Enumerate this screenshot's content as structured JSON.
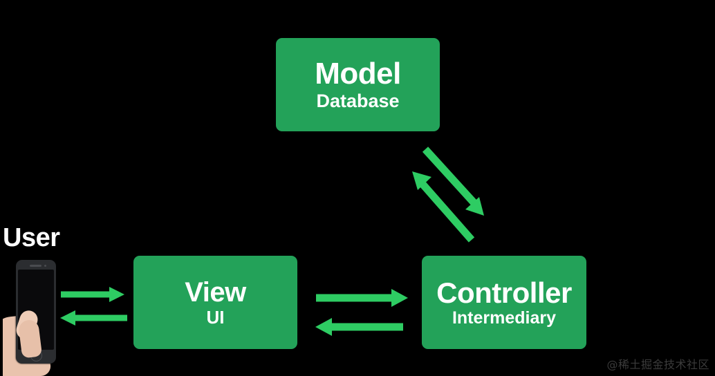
{
  "diagram": {
    "title": "MVC Architecture Diagram",
    "background_color": "#000000",
    "box_color": "#23a259",
    "arrow_color": "#2ecc63",
    "text_color": "#ffffff",
    "nodes": [
      {
        "id": "model",
        "title": "Model",
        "subtitle": "Database"
      },
      {
        "id": "view",
        "title": "View",
        "subtitle": "UI"
      },
      {
        "id": "controller",
        "title": "Controller",
        "subtitle": "Intermediary"
      }
    ],
    "actor": {
      "label": "User",
      "device_icon": "smartphone-in-hand-icon"
    },
    "connections": [
      {
        "id": "model-to-controller",
        "from": "model",
        "to": "controller",
        "direction": "down-right"
      },
      {
        "id": "controller-to-model",
        "from": "controller",
        "to": "model",
        "direction": "up-left"
      },
      {
        "id": "view-to-controller",
        "from": "view",
        "to": "controller",
        "direction": "right"
      },
      {
        "id": "controller-to-view",
        "from": "controller",
        "to": "view",
        "direction": "left"
      },
      {
        "id": "user-to-view",
        "from": "user",
        "to": "view",
        "direction": "right"
      },
      {
        "id": "view-to-user",
        "from": "view",
        "to": "user",
        "direction": "left"
      }
    ]
  },
  "watermark": {
    "text": "@稀土掘金技术社区"
  }
}
